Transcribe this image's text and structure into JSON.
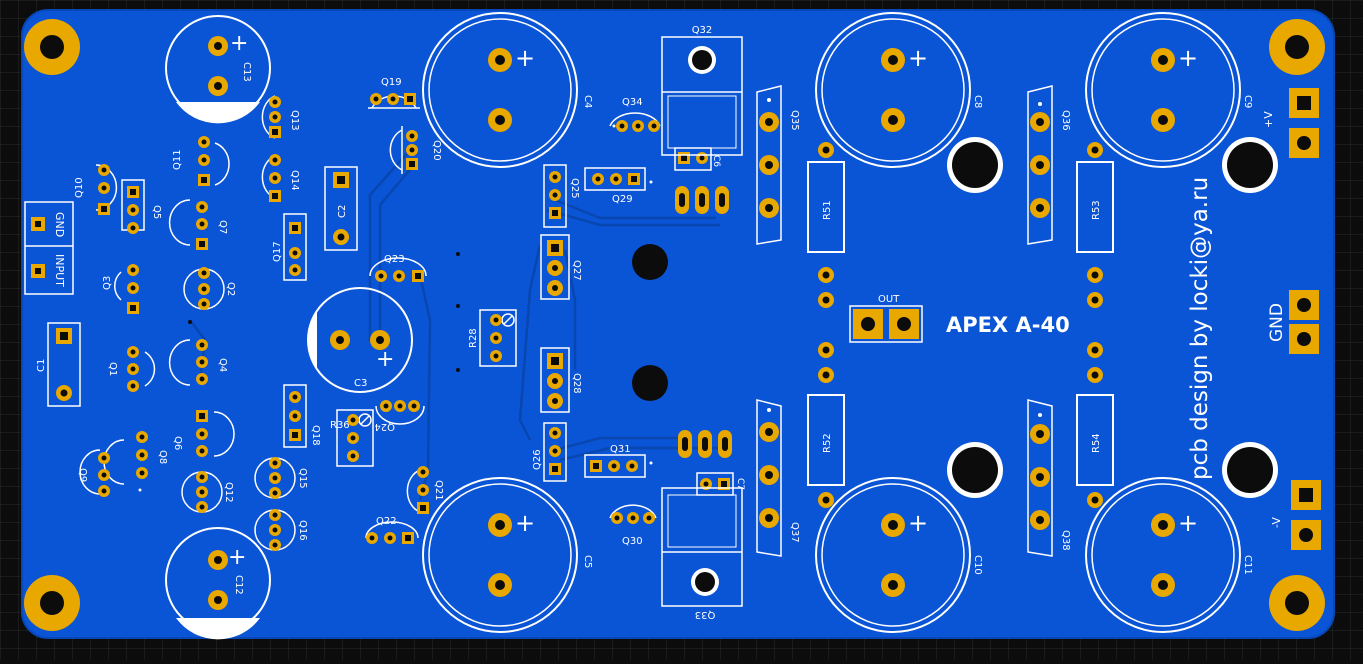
{
  "board": {
    "title": "APEX A-40",
    "credit": "pcb design by locki@ya.ru",
    "colors": {
      "background": "#0c0c0c",
      "grid": "#2a2a2a",
      "board": "#0a54d6",
      "board_edge": "#0847b8",
      "copper": "#e8a800",
      "silk": "#ffffff",
      "trace": "#0846b0"
    }
  },
  "connectors": {
    "input_gnd": "GND",
    "input_in": "INPUT",
    "out": "OUT",
    "pos_v": "+V",
    "neg_v": "-V",
    "gnd": "GND"
  },
  "capacitors": {
    "C1": "C1",
    "C2": "C2",
    "C3": "C3",
    "C4": "C4",
    "C5": "C5",
    "C6": "C6",
    "C7": "C7",
    "C8": "C8",
    "C9": "C9",
    "C10": "C10",
    "C11": "C11",
    "C12": "C12",
    "C13": "C13"
  },
  "resistors": {
    "R28": "R28",
    "R36": "R36",
    "R51": "R51",
    "R52": "R52",
    "R53": "R53",
    "R54": "R54"
  },
  "transistors": {
    "Q1": "Q1",
    "Q2": "Q2",
    "Q3": "Q3",
    "Q4": "Q4",
    "Q5": "Q5",
    "Q6": "Q6",
    "Q7": "Q7",
    "Q8": "Q8",
    "Q9": "Q9",
    "Q10": "Q10",
    "Q11": "Q11",
    "Q12": "Q12",
    "Q13": "Q13",
    "Q14": "Q14",
    "Q15": "Q15",
    "Q16": "Q16",
    "Q17": "Q17",
    "Q18": "Q18",
    "Q19": "Q19",
    "Q20": "Q20",
    "Q21": "Q21",
    "Q22": "Q22",
    "Q23": "Q23",
    "Q24": "Q24",
    "Q25": "Q25",
    "Q26": "Q26",
    "Q27": "Q27",
    "Q28": "Q28",
    "Q29": "Q29",
    "Q30": "Q30",
    "Q31": "Q31",
    "Q32": "Q32",
    "Q33": "Q33",
    "Q34": "Q34",
    "Q35": "Q35",
    "Q36": "Q36",
    "Q37": "Q37",
    "Q38": "Q38"
  },
  "polarity": {
    "plus": "+"
  }
}
